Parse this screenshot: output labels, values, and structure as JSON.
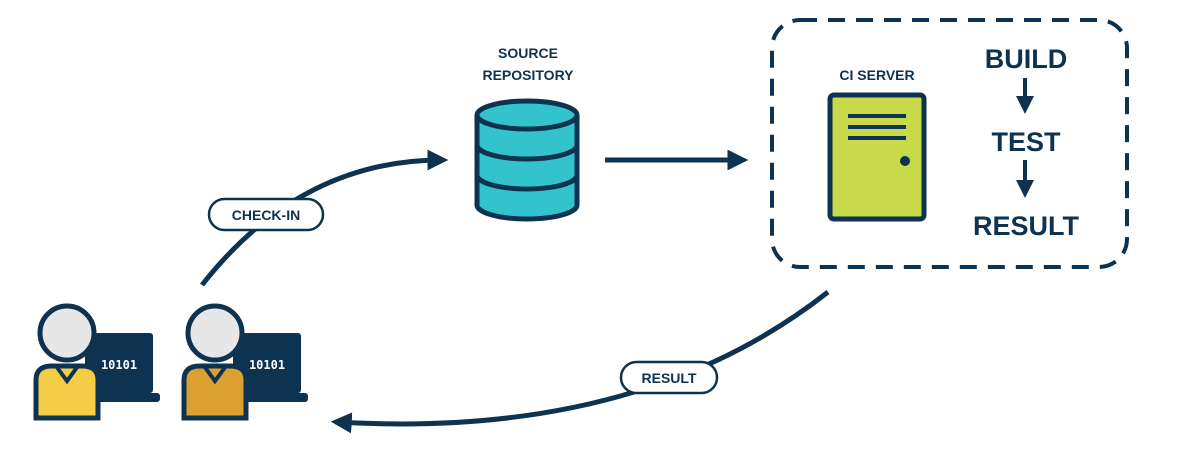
{
  "repository": {
    "label_line1": "SOURCE",
    "label_line2": "REPOSITORY"
  },
  "ci_server": {
    "label": "CI SERVER"
  },
  "pipeline": {
    "step1": "BUILD",
    "step2": "TEST",
    "step3": "RESULT"
  },
  "edges": {
    "check_in": "CHECK-IN",
    "result": "RESULT"
  },
  "developers": [
    {
      "screen_text": "10101",
      "shirt_color": "#f5cc45"
    },
    {
      "screen_text": "10101",
      "shirt_color": "#dba030"
    }
  ],
  "colors": {
    "navy": "#0d3350",
    "repo_teal": "#33c3cc",
    "server_green": "#c8d94a"
  }
}
